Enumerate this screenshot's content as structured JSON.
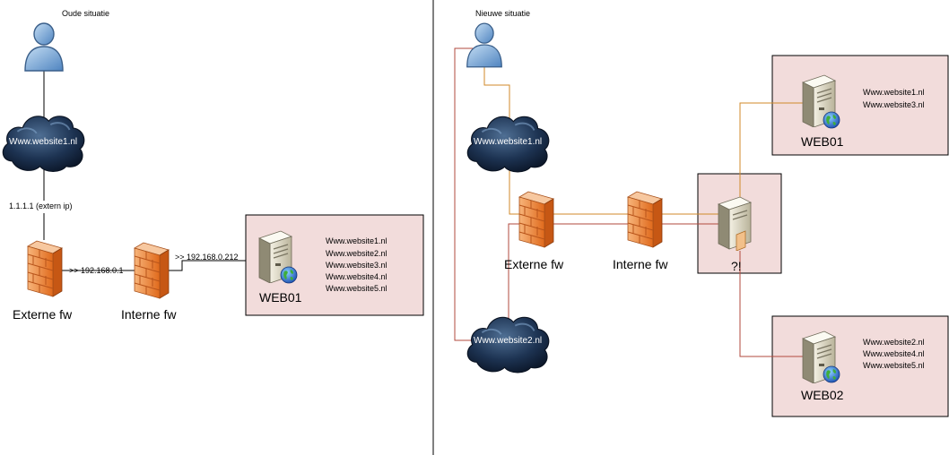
{
  "left": {
    "title": "Oude situatie",
    "cloud_label": "Www.website1.nl",
    "extern_ip": "1.1.1.1 (extern ip)",
    "ip_between_fws": ">> 192.168.0.1",
    "ip_to_server": ">> 192.168.0.212",
    "fw1_label": "Externe fw",
    "fw2_label": "Interne fw",
    "server_label": "WEB01",
    "sites": [
      "Www.website1.nl",
      "Www.website2.nl",
      "Www.website3.nl",
      "Www.website4.nl",
      "Www.website5.nl"
    ]
  },
  "right": {
    "title": "Nieuwe situatie",
    "cloud1_label": "Www.website1.nl",
    "cloud2_label": "Www.website2.nl",
    "fw1_label": "Externe fw",
    "fw2_label": "Interne fw",
    "proxy_label": "?!",
    "web01": {
      "label": "WEB01",
      "sites": [
        "Www.website1.nl",
        "Www.website3.nl"
      ]
    },
    "web02": {
      "label": "WEB02",
      "sites": [
        "Www.website2.nl",
        "Www.website4.nl",
        "Www.website5.nl"
      ]
    }
  },
  "colors": {
    "box_fill": "#f2dcdb",
    "orange_line": "#d08a2a",
    "red_line": "#b24a3e"
  }
}
